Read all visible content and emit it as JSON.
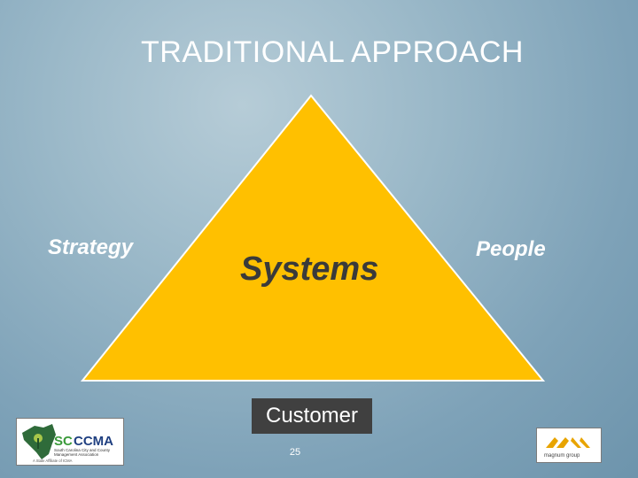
{
  "slide": {
    "title": "TRADITIONAL APPROACH",
    "page_number": "25"
  },
  "diagram": {
    "left_label": "Strategy",
    "right_label": "People",
    "center_label": "Systems",
    "base_label": "Customer"
  },
  "logos": {
    "left": {
      "name": "SCCCMA",
      "line1": "South Carolina City and County",
      "line2": "Management Association",
      "line3": "A State Affiliate of ICMA"
    },
    "right": {
      "name": "magnum group"
    }
  },
  "colors": {
    "triangle_fill": "#ffc000",
    "triangle_stroke": "#ffffff",
    "customer_box": "#404040"
  }
}
